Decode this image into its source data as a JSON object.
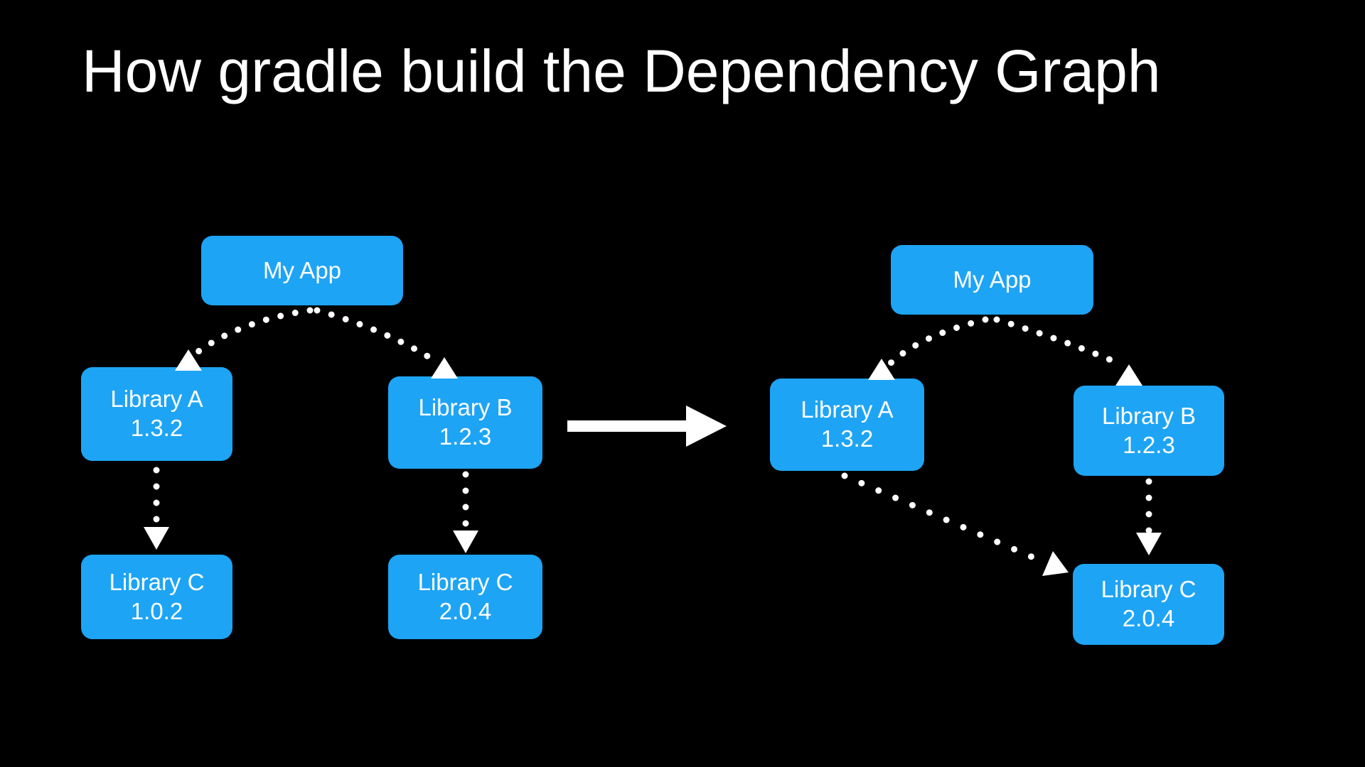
{
  "title": "How gradle build the Dependency Graph",
  "colors": {
    "background": "#000000",
    "node_fill": "#1EA4F5",
    "node_text": "#FFFFFF",
    "connector": "#FFFFFF"
  },
  "left_graph": {
    "my_app": {
      "label": "My App"
    },
    "library_a": {
      "label": "Library A",
      "version": "1.3.2"
    },
    "library_b": {
      "label": "Library B",
      "version": "1.2.3"
    },
    "library_c_under_a": {
      "label": "Library C",
      "version": "1.0.2"
    },
    "library_c_under_b": {
      "label": "Library C",
      "version": "2.0.4"
    },
    "edges": [
      {
        "from": "My App",
        "to": "Library A 1.3.2"
      },
      {
        "from": "My App",
        "to": "Library B 1.2.3"
      },
      {
        "from": "Library A 1.3.2",
        "to": "Library C 1.0.2"
      },
      {
        "from": "Library B 1.2.3",
        "to": "Library C 2.0.4"
      }
    ]
  },
  "right_graph": {
    "my_app": {
      "label": "My App"
    },
    "library_a": {
      "label": "Library A",
      "version": "1.3.2"
    },
    "library_b": {
      "label": "Library B",
      "version": "1.2.3"
    },
    "library_c": {
      "label": "Library C",
      "version": "2.0.4"
    },
    "edges": [
      {
        "from": "My App",
        "to": "Library A 1.3.2"
      },
      {
        "from": "My App",
        "to": "Library B 1.2.3"
      },
      {
        "from": "Library A 1.3.2",
        "to": "Library C 2.0.4"
      },
      {
        "from": "Library B 1.2.3",
        "to": "Library C 2.0.4"
      }
    ]
  }
}
